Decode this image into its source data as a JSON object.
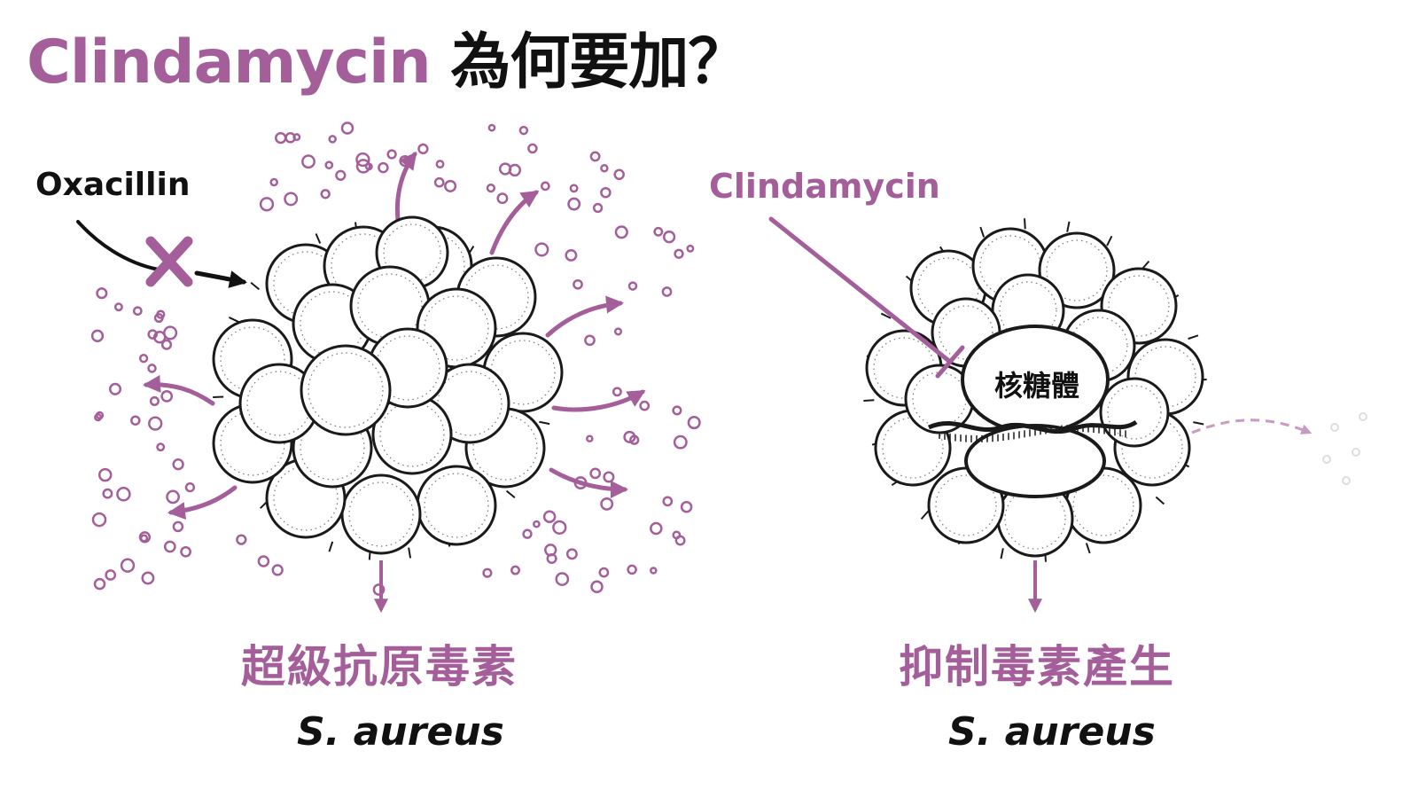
{
  "title": {
    "drug": "Clindamycin",
    "question": " 為何要加？"
  },
  "left_panel": {
    "drug_label": "Oxacillin",
    "effect_caption": "超級抗原毒素",
    "organism": "S. aureus",
    "blocked_marker_icon": "x-icon"
  },
  "right_panel": {
    "drug_label": "Clindamycin",
    "target_label": "核糖體",
    "effect_caption": "抑制毒素產生",
    "organism": "S. aureus"
  },
  "colors": {
    "accent": "#a45f9a",
    "text": "#111111",
    "outline": "#1a1a1a",
    "faded": "#d8c8d6"
  }
}
